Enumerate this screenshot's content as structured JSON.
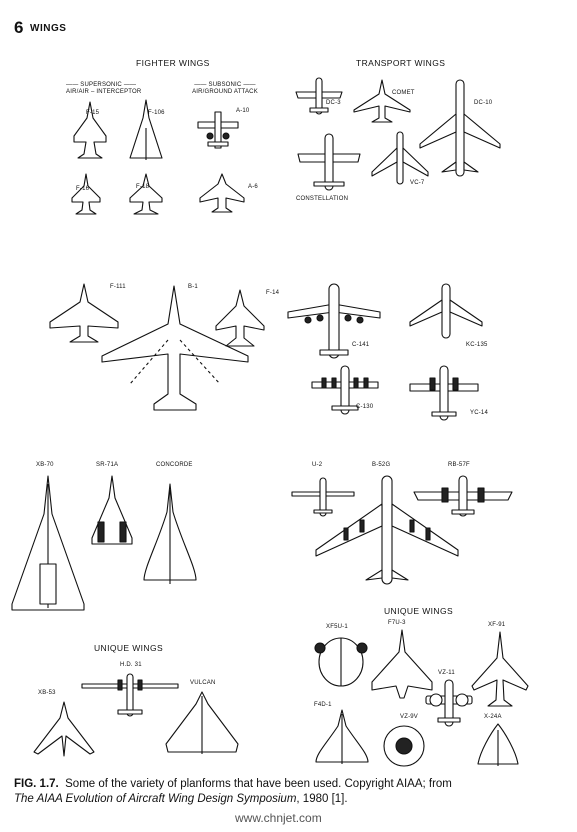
{
  "header": {
    "page_number": "6",
    "running_title": "WINGS"
  },
  "panels": {
    "fighter": {
      "title": "FIGHTER WINGS",
      "supersonic": "SUPERSONIC",
      "supersonic_sub": "AIR/AIR – INTERCEPTOR",
      "subsonic": "SUBSONIC",
      "subsonic_sub": "AIR/GROUND ATTACK",
      "aircraft": [
        "F-15",
        "F-106",
        "A-10",
        "F-16",
        "F-18",
        "A-6"
      ]
    },
    "transport": {
      "title": "TRANSPORT WINGS",
      "aircraft": [
        "DC-3",
        "COMET",
        "DC-10",
        "VC-7",
        "CONSTELLATION"
      ]
    },
    "middle": {
      "aircraft": [
        "F-111",
        "B-1",
        "F-14",
        "C-141",
        "KC-135",
        "C-130",
        "YC-14"
      ]
    },
    "supersonic_bombers": {
      "aircraft": [
        "XB-70",
        "SR-71A",
        "CONCORDE"
      ]
    },
    "bombers": {
      "aircraft": [
        "U-2",
        "B-52G",
        "RB-57F"
      ]
    },
    "unique_left": {
      "title": "UNIQUE WINGS",
      "aircraft": [
        "H.D. 31",
        "XB-53",
        "VULCAN"
      ]
    },
    "unique_right": {
      "title": "UNIQUE WINGS",
      "aircraft": [
        "XF5U-1",
        "F7U-3",
        "XF-91",
        "VZ-11",
        "F4D-1",
        "VZ-9V",
        "X-24A"
      ]
    }
  },
  "caption": {
    "fig_label": "FIG. 1.7.",
    "text": "Some of the variety of planforms that have been used. Copyright AIAA; from",
    "source_title": "The AIAA Evolution of Aircraft Wing Design Symposium",
    "source_rest": ", 1980 [1]."
  },
  "watermark": "www.chnjet.com"
}
